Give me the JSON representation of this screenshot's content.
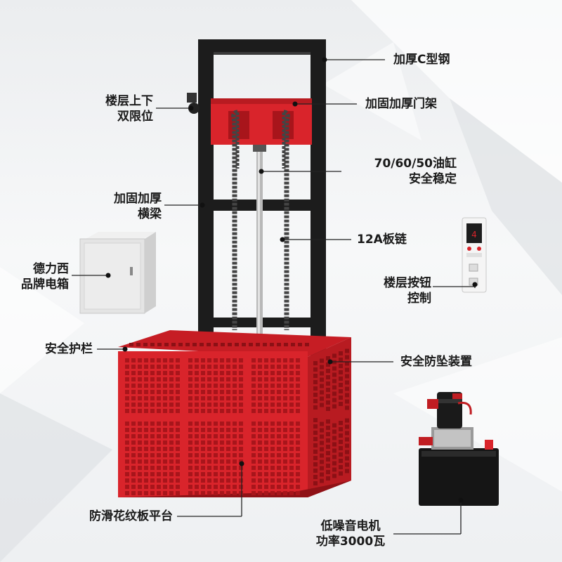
{
  "labels": {
    "c_steel": "加厚C型钢",
    "floor_limit_1": "楼层上下",
    "floor_limit_2": "双限位",
    "gantry": "加固加厚门架",
    "cylinder_1": "70/60/50油缸",
    "cylinder_2": "安全稳定",
    "beam_1": "加固加厚",
    "beam_2": "横梁",
    "chain": "12A板链",
    "electric_box_1": "德力西",
    "electric_box_2": "品牌电箱",
    "floor_button_1": "楼层按钮",
    "floor_button_2": "控制",
    "guardrail": "安全护栏",
    "anti_fall": "安全防坠装置",
    "platform": "防滑花纹板平台",
    "motor_1": "低噪音电机",
    "motor_2": "功率3000瓦"
  },
  "colors": {
    "frame": "#1c1c1c",
    "cage": "#d9242b",
    "cage_dark": "#a8151b",
    "box": "#e4e4e4",
    "motor_body": "#151515"
  }
}
